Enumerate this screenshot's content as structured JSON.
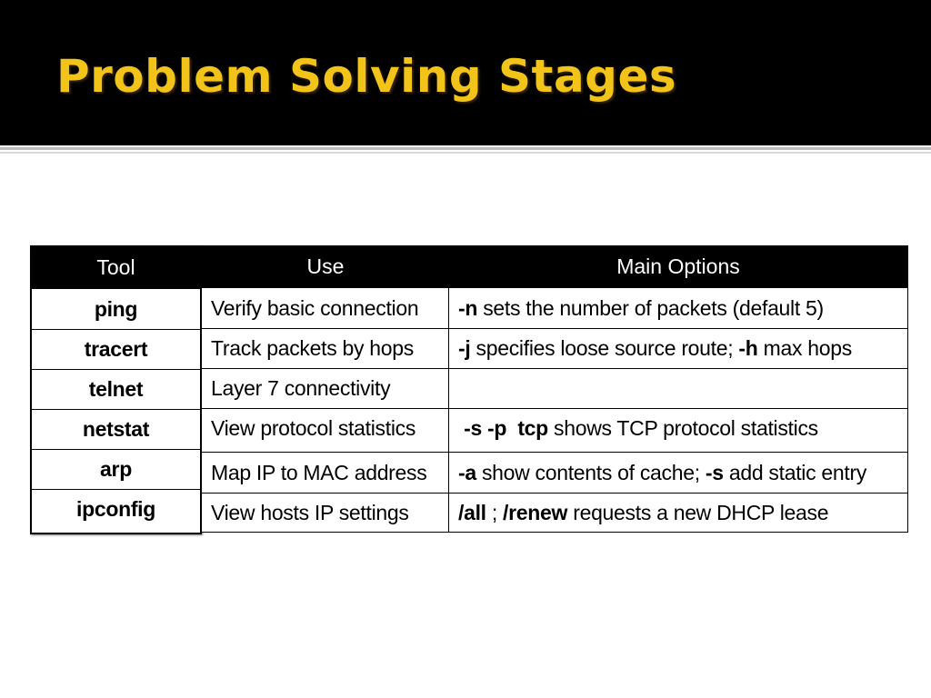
{
  "slide": {
    "title": "Problem Solving Stages",
    "accent_color": "#f2c318"
  },
  "table": {
    "headers": {
      "tool": "Tool",
      "use": "Use",
      "options": "Main Options"
    },
    "rows": [
      {
        "tool": "ping",
        "use": "Verify basic connection",
        "options": [
          {
            "b": "-n"
          },
          {
            "t": " sets the number of packets (default 5)"
          }
        ]
      },
      {
        "tool": "tracert",
        "use": "Track packets by hops",
        "options": [
          {
            "b": "-j"
          },
          {
            "t": " specifies loose source route; "
          },
          {
            "b": "-h"
          },
          {
            "t": " max hops"
          }
        ]
      },
      {
        "tool": "telnet",
        "use": "Layer 7 connectivity",
        "options": []
      },
      {
        "tool": "netstat",
        "use": "View protocol statistics",
        "options": [
          {
            "b": " -s -p  tcp"
          },
          {
            "t": " shows TCP protocol statistics"
          }
        ]
      },
      {
        "tool": "arp",
        "use": "Map IP to MAC address",
        "options": [
          {
            "b": "-a"
          },
          {
            "t": " show contents of cache; "
          },
          {
            "b": "-s"
          },
          {
            "t": " add static entry"
          }
        ]
      },
      {
        "tool": "ipconfig",
        "use": "View hosts IP settings",
        "options": [
          {
            "b": "/all"
          },
          {
            "t": " ; "
          },
          {
            "b": "/renew"
          },
          {
            "t": " requests a new DHCP lease"
          }
        ]
      }
    ]
  }
}
